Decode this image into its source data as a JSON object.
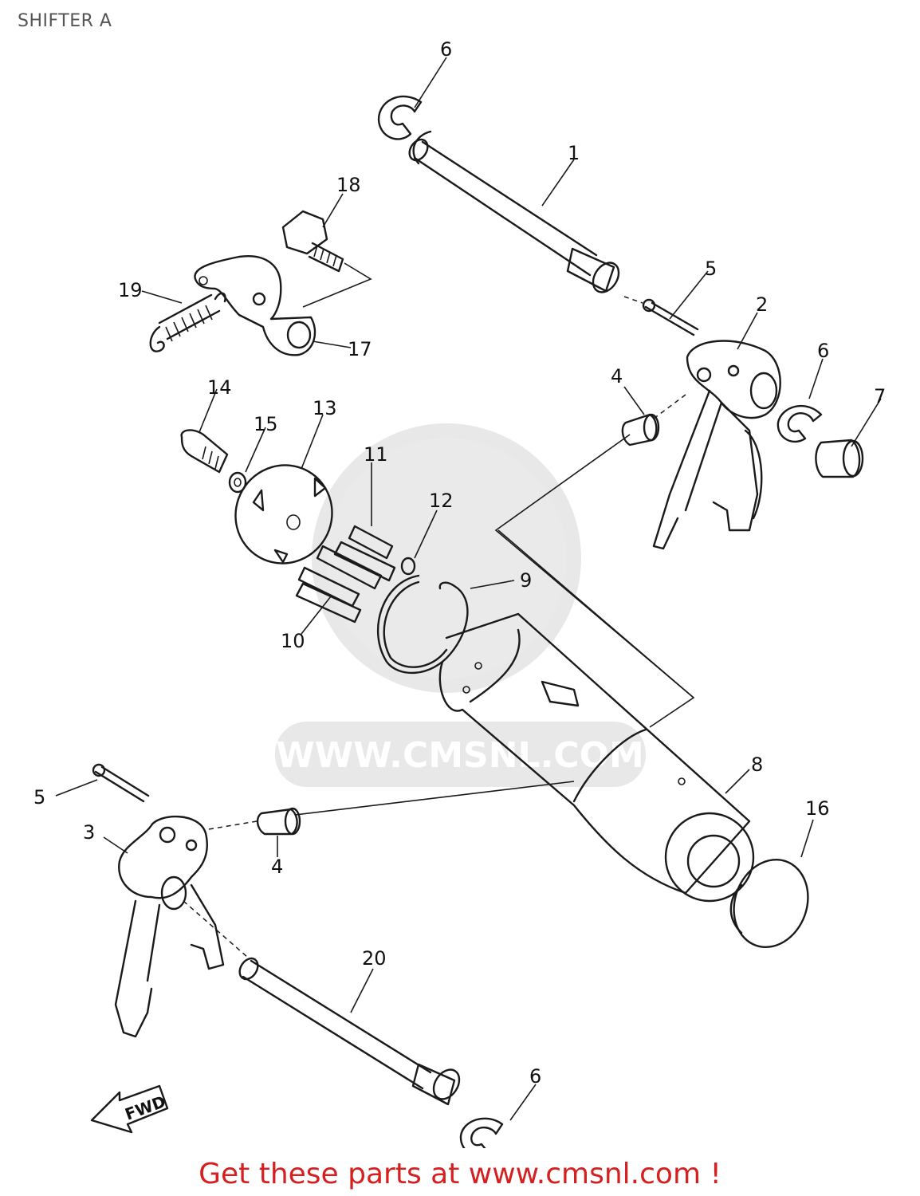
{
  "header": {
    "title": "SHIFTER A"
  },
  "watermark": {
    "text": "WWW.CMSNL.COM"
  },
  "diagram": {
    "callouts": [
      {
        "id": "c1",
        "label": "1"
      },
      {
        "id": "c2",
        "label": "2"
      },
      {
        "id": "c3",
        "label": "3"
      },
      {
        "id": "c4a",
        "label": "4"
      },
      {
        "id": "c4b",
        "label": "4"
      },
      {
        "id": "c5a",
        "label": "5"
      },
      {
        "id": "c5b",
        "label": "5"
      },
      {
        "id": "c6a",
        "label": "6"
      },
      {
        "id": "c6b",
        "label": "6"
      },
      {
        "id": "c6c",
        "label": "6"
      },
      {
        "id": "c7",
        "label": "7"
      },
      {
        "id": "c8",
        "label": "8"
      },
      {
        "id": "c9",
        "label": "9"
      },
      {
        "id": "c10",
        "label": "10"
      },
      {
        "id": "c11",
        "label": "11"
      },
      {
        "id": "c12",
        "label": "12"
      },
      {
        "id": "c13",
        "label": "13"
      },
      {
        "id": "c14",
        "label": "14"
      },
      {
        "id": "c15",
        "label": "15"
      },
      {
        "id": "c16",
        "label": "16"
      },
      {
        "id": "c17",
        "label": "17"
      },
      {
        "id": "c18",
        "label": "18"
      },
      {
        "id": "c19",
        "label": "19"
      },
      {
        "id": "c20",
        "label": "20"
      }
    ],
    "fwd_label": "FWD"
  },
  "footer": {
    "text": "Get these parts at www.cmsnl.com !",
    "color": "#d42020"
  }
}
